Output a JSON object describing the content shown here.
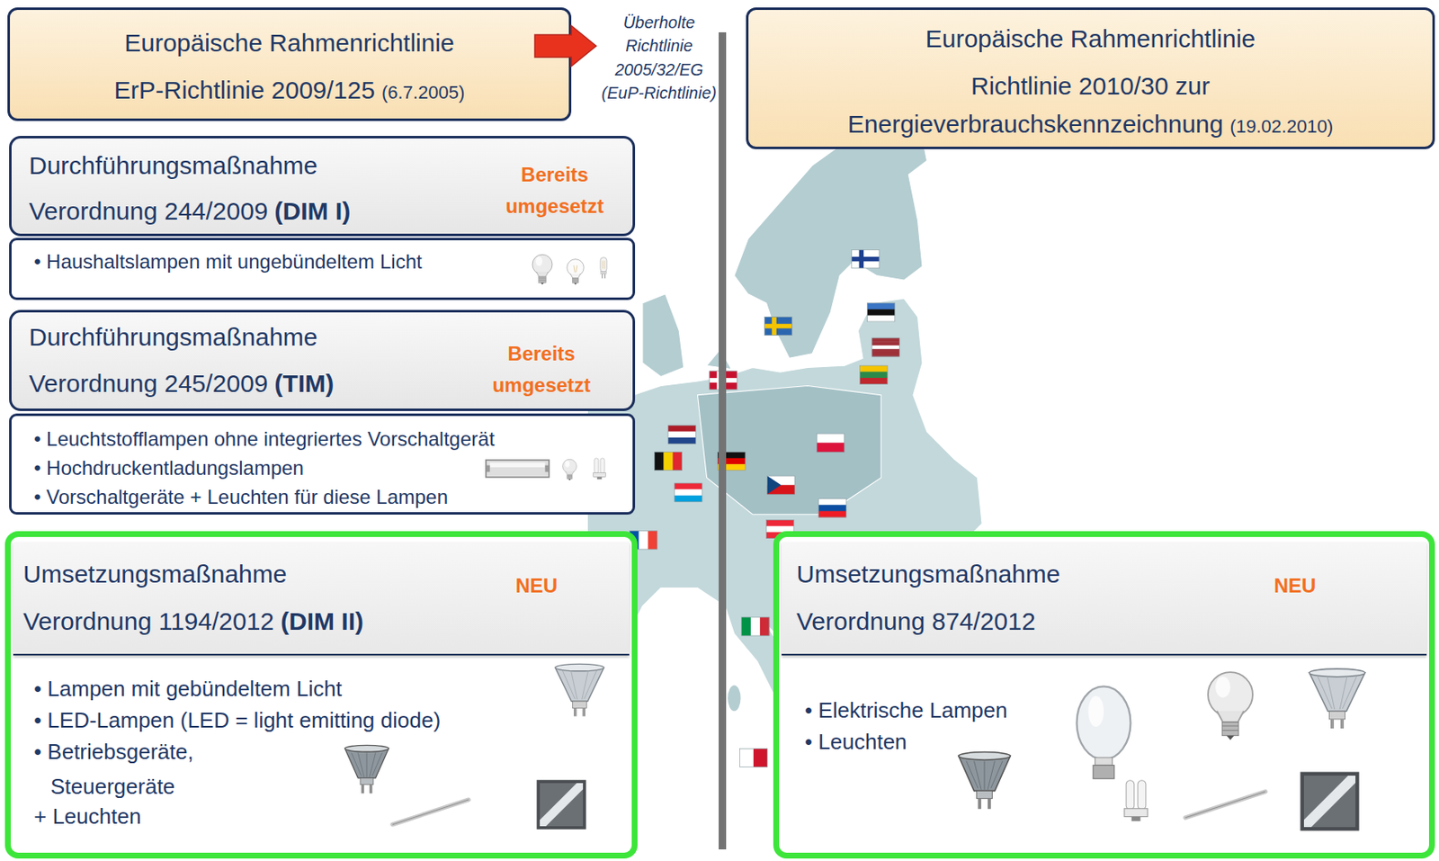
{
  "diagram": {
    "nodes": [
      {
        "text": [
          "Europäische Rahmenrichtlinie",
          "ErP-Richtlinie 2009/125",
          "(6.7.2005)"
        ]
      },
      {
        "text": [
          "Europäische Rahmenrichtlinie",
          "Richtlinie 2010/30 zur Energieverbrauchskennzeichnung",
          "(19.02.2010)"
        ]
      },
      {
        "text": [
          "Durchführungsmaßnahme",
          "Verordnung 244/2009",
          "(DIM I)",
          "Bereits umgesetzt"
        ]
      },
      {
        "text": [
          "• Haushaltslampen mit ungebündeltem Licht"
        ]
      },
      {
        "text": [
          "Durchführungsmaßnahme",
          "Verordnung 245/2009",
          "(TIM)",
          "Bereits umgesetzt"
        ]
      },
      {
        "text": [
          "• Leuchtstofflampen ohne integriertes Vorschaltgerät",
          "• Hochdruckentladungslampen",
          "• Vorschaltgeräte + Leuchten für diese Lampen"
        ]
      },
      {
        "text": [
          "• Lampen mit gebündeltem Licht",
          "• LED-Lampen (LED = light emitting diode)",
          "• Betriebsgeräte, Steuergeräte",
          "+ Leuchten"
        ]
      },
      {
        "text": [
          "Umsetzungsmaßnahme",
          "Verordnung 1194/2012",
          "(DIM II)",
          "NEU"
        ],
        "in": 6
      },
      {
        "text": [
          "• Elektrische Lampen",
          "• Leuchten"
        ]
      },
      {
        "text": [
          "Umsetzungsmaßnahme",
          "Verordnung 874/2012",
          "NEU"
        ],
        "in": 8
      }
    ],
    "labels": [
      "Überholte Richtlinie 2005/32/EG (EuP-Richtlinie)"
    ]
  }
}
